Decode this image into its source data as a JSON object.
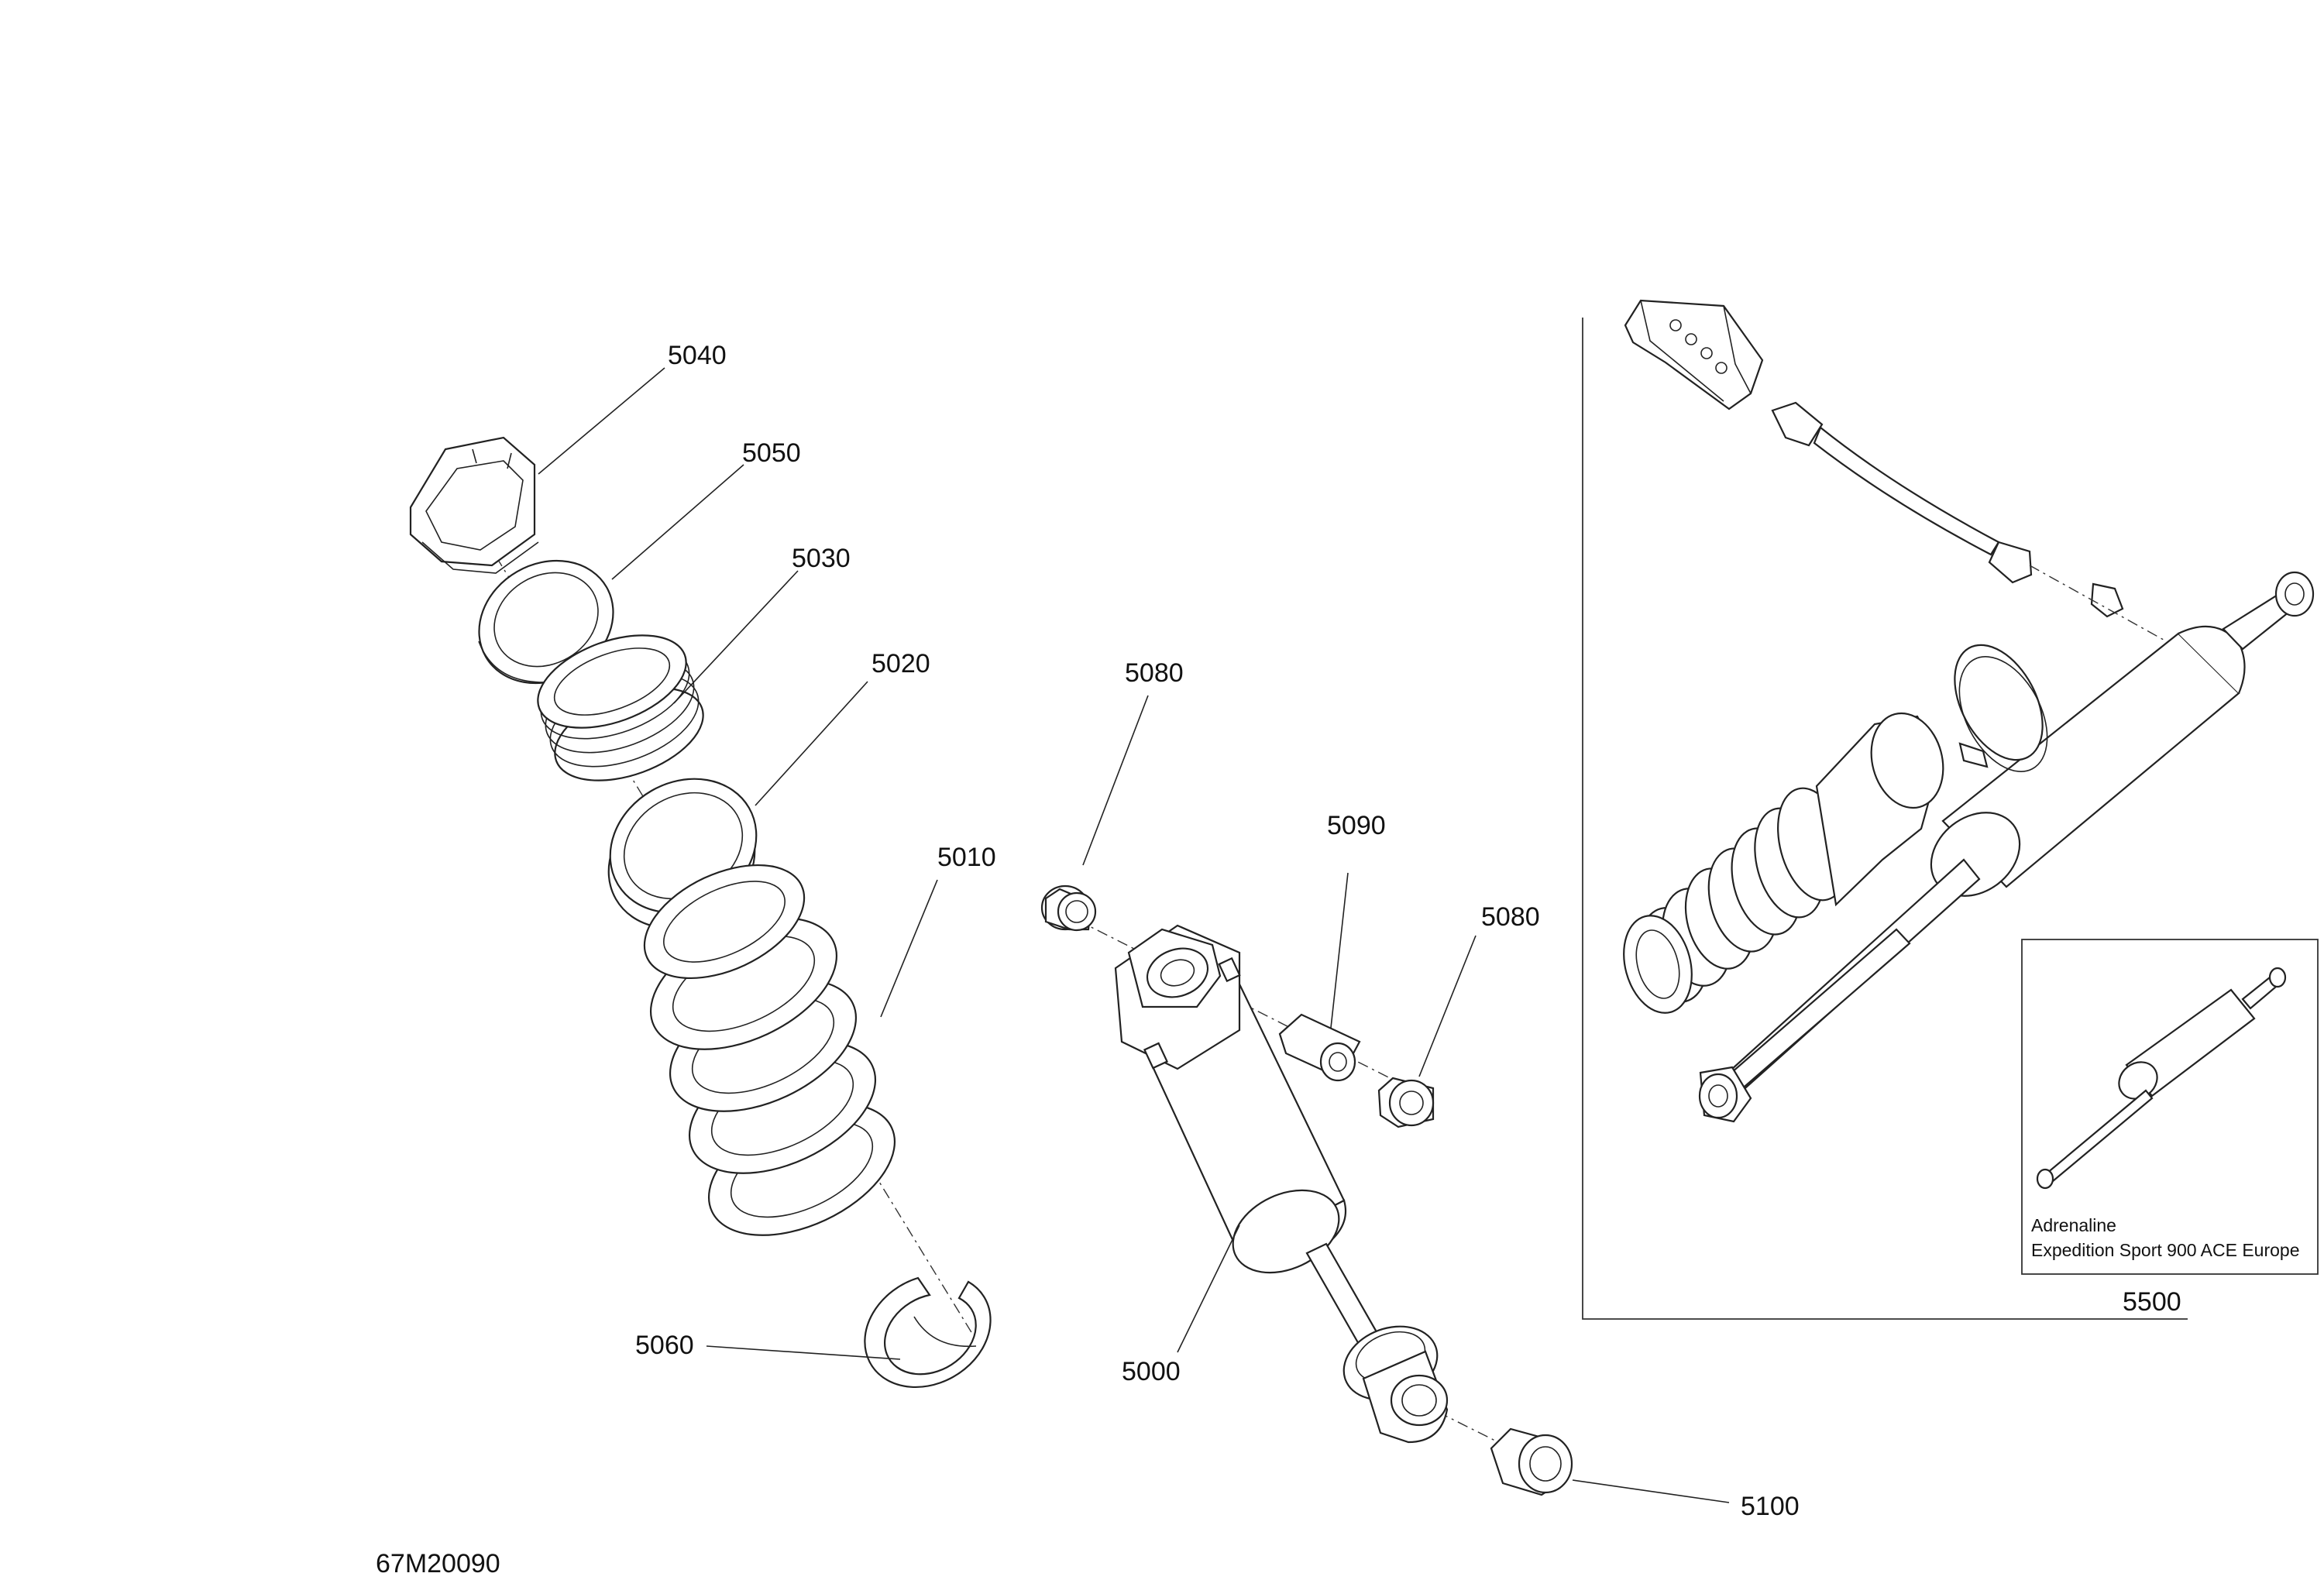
{
  "drawing_number": "67M20090",
  "callouts": {
    "c5040": "5040",
    "c5050": "5050",
    "c5030": "5030",
    "c5020": "5020",
    "c5010": "5010",
    "c5060": "5060",
    "c5080a": "5080",
    "c5080b": "5080",
    "c5090": "5090",
    "c5000": "5000",
    "c5100": "5100",
    "c5500": "5500"
  },
  "inset": {
    "line1": "Adrenaline",
    "line2": "Expedition Sport 900 ACE Europe"
  }
}
